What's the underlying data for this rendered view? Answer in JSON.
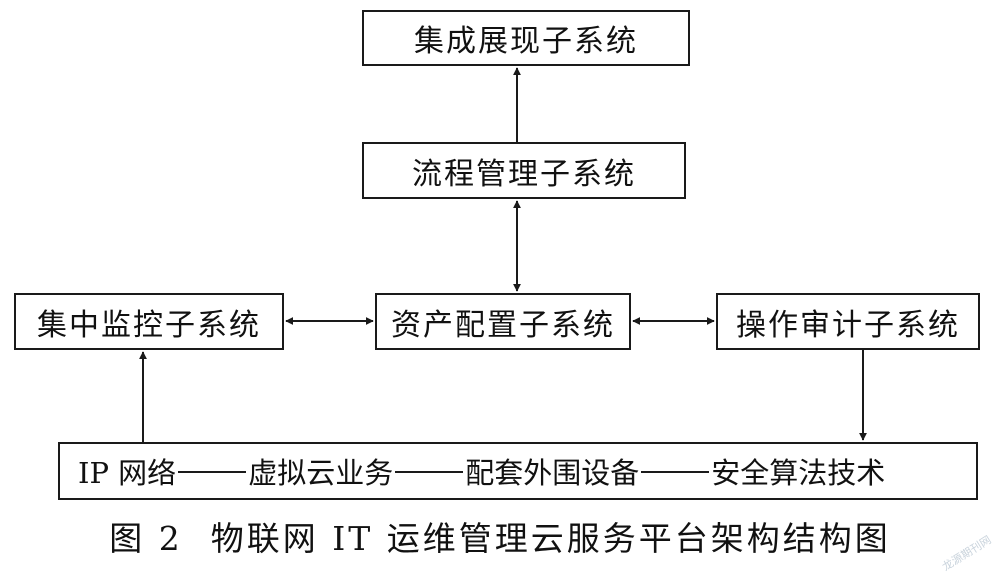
{
  "diagram": {
    "boxes": {
      "integration": "集成展现子系统",
      "process": "流程管理子系统",
      "monitor": "集中监控子系统",
      "asset": "资产配置子系统",
      "audit": "操作审计子系统"
    },
    "bottom_bar": {
      "items": [
        "IP 网络",
        "虚拟云业务",
        "配套外围设备",
        "安全算法技术"
      ]
    },
    "edges": [
      {
        "from": "process",
        "to": "integration",
        "direction": "single"
      },
      {
        "from": "process",
        "to": "asset",
        "direction": "double"
      },
      {
        "from": "monitor",
        "to": "asset",
        "direction": "double"
      },
      {
        "from": "asset",
        "to": "audit",
        "direction": "double"
      },
      {
        "from": "bottom_bar",
        "to": "monitor",
        "direction": "single"
      },
      {
        "from": "audit",
        "to": "bottom_bar",
        "direction": "single"
      }
    ]
  },
  "caption": {
    "label": "图 2",
    "title": "物联网 IT 运维管理云服务平台架构结构图"
  },
  "watermark": "龙源期刊网",
  "colors": {
    "line": "#1a1a1a",
    "background": "#ffffff",
    "watermark": "#c9d3dc"
  }
}
